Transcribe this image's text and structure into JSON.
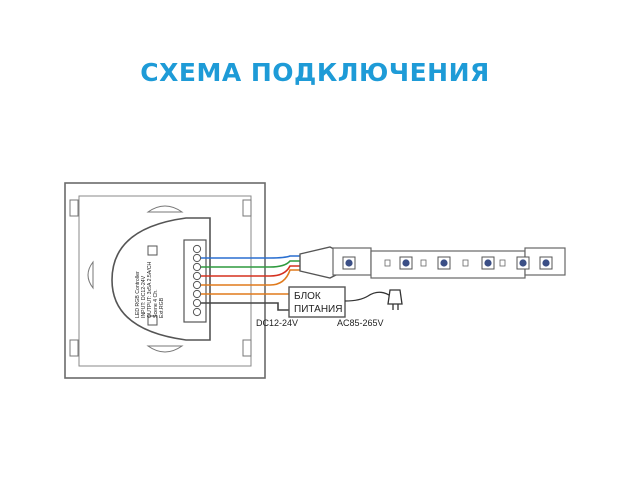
{
  "title": "СХЕМА ПОДКЛЮЧЕНИЯ",
  "colors": {
    "title": "#1e9bd7",
    "frame": "#6b6b6b",
    "wire_blue": "#2a6fd0",
    "wire_green": "#2e9a3e",
    "wire_red": "#d5301f",
    "wire_orange": "#e07a1c",
    "wire_dark": "#444444",
    "led": "#3b4f86"
  },
  "controller": {
    "label_lines": [
      "LED RGB Controller",
      "INPUT: DC12-24V",
      "OUTPUT: 3x5A 2.5A/CH",
      "Scene 4 Ch.",
      "Ext.RGB"
    ]
  },
  "power_supply": {
    "line1": "БЛОК",
    "line2": "ПИТАНИЯ",
    "dc_label": "DC12-24V",
    "ac_label": "AC85-265V"
  },
  "strip": {
    "icons": [
      "led-chip",
      "led-chip",
      "led-chip",
      "led-chip",
      "led-chip",
      "led-chip",
      "led-chip"
    ]
  }
}
